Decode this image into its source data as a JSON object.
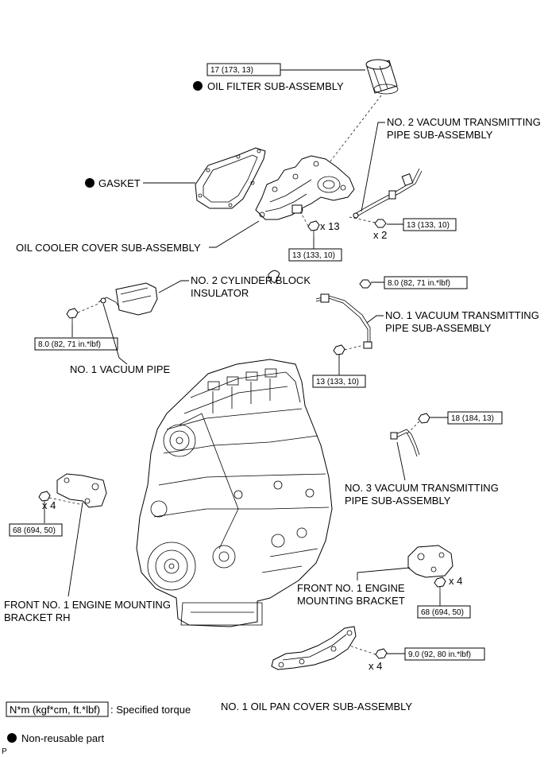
{
  "parts": {
    "oil_filter": "OIL FILTER SUB-ASSEMBLY",
    "no2_vtp_line1": "NO. 2 VACUUM TRANSMITTING",
    "no2_vtp_line2": "PIPE SUB-ASSEMBLY",
    "gasket": "GASKET",
    "oil_cooler_cover": "OIL COOLER COVER SUB-ASSEMBLY",
    "no2_cbi_line1": "NO. 2 CYLINDER BLOCK",
    "no2_cbi_line2": "INSULATOR",
    "no1_vtp_line1": "NO. 1 VACUUM TRANSMITTING",
    "no1_vtp_line2": "PIPE SUB-ASSEMBLY",
    "no1_vacuum_pipe": "NO. 1 VACUUM PIPE",
    "no3_vtp_line1": "NO. 3 VACUUM TRANSMITTING",
    "no3_vtp_line2": "PIPE SUB-ASSEMBLY",
    "front_rh_line1": "FRONT NO. 1 ENGINE MOUNTING",
    "front_rh_line2": "BRACKET RH",
    "front_line1": "FRONT NO. 1 ENGINE",
    "front_line2": "MOUNTING BRACKET",
    "oil_pan_cover": "NO. 1 OIL PAN COVER SUB-ASSEMBLY"
  },
  "torques": {
    "oil_filter": "17 (173, 13)",
    "no2_vtp": "13 (133, 10)",
    "oil_cooler": "13 (133, 10)",
    "no1_vtp_upper": "8.0 (82, 71 in.*lbf)",
    "no1_vacuum_pipe": "8.0 (82, 71 in.*lbf)",
    "no1_vtp_lower": "13 (133, 10)",
    "no3_vtp": "18 (184, 13)",
    "front_rh": "68 (694, 50)",
    "front": "68 (694, 50)",
    "oil_pan": "9.0 (92, 80 in.*lbf)"
  },
  "quantities": {
    "oil_cooler_bolts": "x 13",
    "no2_vtp_nuts": "x 2",
    "front_rh_bolts": "x 4",
    "front_bolts": "x 4",
    "oil_pan_bolts": "x 4"
  },
  "legend": {
    "torque_unit": "N*m (kgf*cm, ft.*lbf)",
    "torque_desc": ": Specified torque",
    "non_reusable": "Non-reusable part"
  },
  "corner_mark": "P"
}
